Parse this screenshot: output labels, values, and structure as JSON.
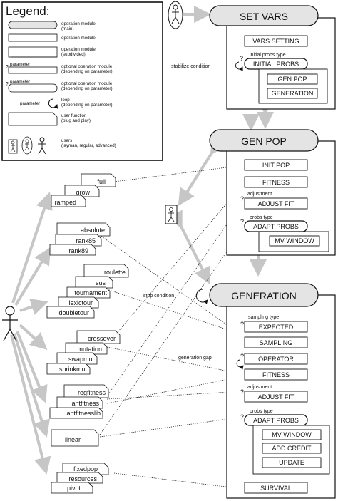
{
  "legend": {
    "title": "Legend:",
    "items": [
      {
        "label": "operation module",
        "sub": "(main)"
      },
      {
        "label": "operation module",
        "sub": ""
      },
      {
        "label": "operation module",
        "sub": "(subdivided)"
      },
      {
        "label": "optional operation module",
        "sub": "(depending on parameter)",
        "param": "parameter"
      },
      {
        "label": "optional operation module",
        "sub": "(depending on parameter)",
        "param": "parameter"
      },
      {
        "label": "loop",
        "sub": "(depending on parameter)",
        "param": "parameter"
      },
      {
        "label": "user function",
        "sub": "(plug and play)"
      },
      {
        "label": "users",
        "sub": "(layman, regular, advanced)"
      }
    ]
  },
  "main_modules": {
    "set_vars": "SET VARS",
    "gen_pop": "GEN POP",
    "generation": "GENERATION"
  },
  "set_vars_box": {
    "vars_setting": "VARS SETTING",
    "param": "initial probs type",
    "initial_probs": "INITIAL PROBS",
    "gen_pop": "GEN POP",
    "generation": "GENERATION"
  },
  "gen_pop_box": {
    "init_pop": "INIT POP",
    "fitness": "FITNESS",
    "adjust_param": "adjustment",
    "adjust_fit": "ADJUST FIT",
    "adapt_param": "probs type",
    "adapt_probs": "ADAPT PROBS",
    "mv_window": "MV WINDOW"
  },
  "generation_box": {
    "sampling_param": "sampling type",
    "expected": "EXPECTED",
    "sampling": "SAMPLING",
    "operator": "OPERATOR",
    "fitness": "FITNESS",
    "adjust_param": "adjustment",
    "adjust_fit": "ADJUST FIT",
    "adapt_param": "probs type",
    "adapt_probs": "ADAPT PROBS",
    "mv_window": "MV WINDOW",
    "add_credit": "ADD CREDIT",
    "update": "UPDATE",
    "survival": "SURVIVAL"
  },
  "annotations": {
    "stabilize": "stabilize condition",
    "stop": "stop condition",
    "gap": "generation gap"
  },
  "user_functions": {
    "init": [
      "full",
      "grow",
      "ramped"
    ],
    "fitness": [
      "absolute",
      "rank85",
      "rank89"
    ],
    "sampling": [
      "roulette",
      "sus",
      "tournament",
      "lexictour",
      "doubletour"
    ],
    "operator": [
      "crossover",
      "mutation",
      "swapmut",
      "shrinkmut"
    ],
    "adjust": [
      "regfitness",
      "antfitness",
      "antfitnesslib"
    ],
    "linear": [
      "linear"
    ],
    "survival": [
      "fixedpop",
      "resources",
      "pivot"
    ]
  },
  "colors": {
    "arrow": "#c6c6c6",
    "main_fill": "#e4e4e4",
    "line": "#111111"
  }
}
